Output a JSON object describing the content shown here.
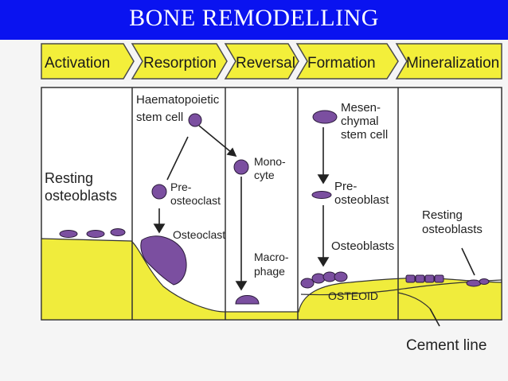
{
  "title": "BONE REMODELLING",
  "stages": [
    "Activation",
    "Resorption",
    "Reversal",
    "Formation",
    "Mineralization"
  ],
  "labels": {
    "resting_left_1": "Resting",
    "resting_left_2": "osteoblasts",
    "haemato_1": "Haematopoietic",
    "haemato_2": "stem cell",
    "preosteoclast_1": "Pre-",
    "preosteoclast_2": "osteoclast",
    "osteoclast": "Osteoclast",
    "monocyte_1": "Mono-",
    "monocyte_2": "cyte",
    "macrophage_1": "Macro-",
    "macrophage_2": "phage",
    "mesen_1": "Mesen-",
    "mesen_2": "chymal",
    "mesen_3": "stem cell",
    "preosteoblast_1": "Pre-",
    "preosteoblast_2": "osteoblast",
    "osteoblasts": "Osteoblasts",
    "osteoid": "OSTEOID",
    "resting_right_1": "Resting",
    "resting_right_2": "osteoblasts",
    "cement_line": "Cement line"
  },
  "colors": {
    "banner": "#0a13f0",
    "arrow_fill": "#f3ef3a",
    "bone": "#f0ec3c",
    "cell": "#7b4fa0"
  }
}
